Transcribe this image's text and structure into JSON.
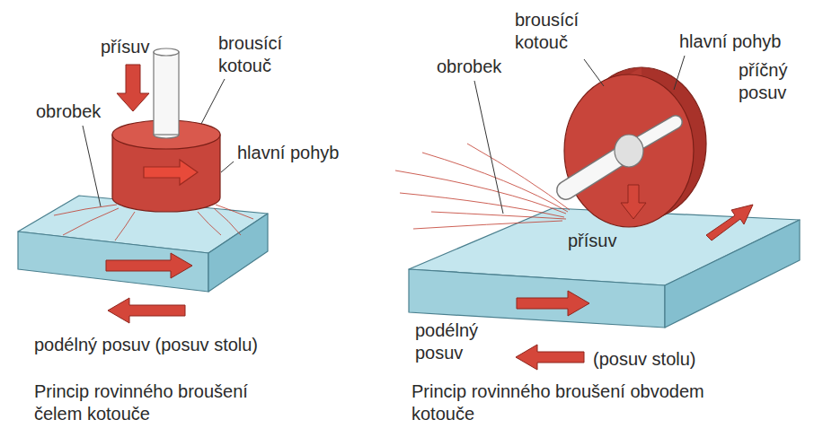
{
  "diagram": {
    "labels": [
      "přísuv",
      "brousící kotouč",
      "obrobek",
      "hlavní pohyb",
      "podélný posuv (posuv stolu)",
      "Princip rovinného broušení čelem kotouče",
      "brousící kotouč",
      "obrobek",
      "hlavní pohyb",
      "příčný posuv",
      "přísuv",
      "podélný posuv",
      "(posuv stolu)",
      "Princip rovinného broušení obvodem kotouče"
    ]
  }
}
